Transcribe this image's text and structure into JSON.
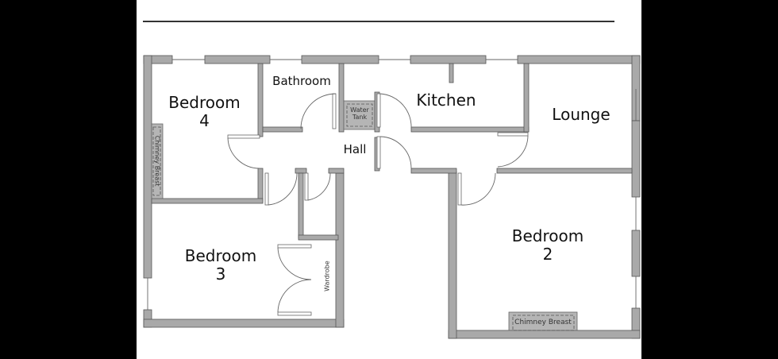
{
  "floorplan": {
    "rooms": {
      "bedroom4": {
        "name": "Bedroom",
        "number": "4"
      },
      "bathroom": {
        "name": "Bathroom"
      },
      "kitchen": {
        "name": "Kitchen"
      },
      "lounge": {
        "name": "Lounge"
      },
      "hall": {
        "name": "Hall"
      },
      "bedroom3": {
        "name": "Bedroom",
        "number": "3"
      },
      "bedroom2": {
        "name": "Bedroom",
        "number": "2"
      }
    },
    "fixtures": {
      "water_tank_line1": "Water",
      "water_tank_line2": "Tank",
      "chimney_breast_bedroom4": "Chimney Breast",
      "chimney_breast_bedroom2": "Chimney Breast",
      "wardrobe": "Wardrobe"
    },
    "colors": {
      "wall": "#a9a9a9",
      "outline": "#555555",
      "background": "#ffffff",
      "frame": "#000000"
    }
  }
}
